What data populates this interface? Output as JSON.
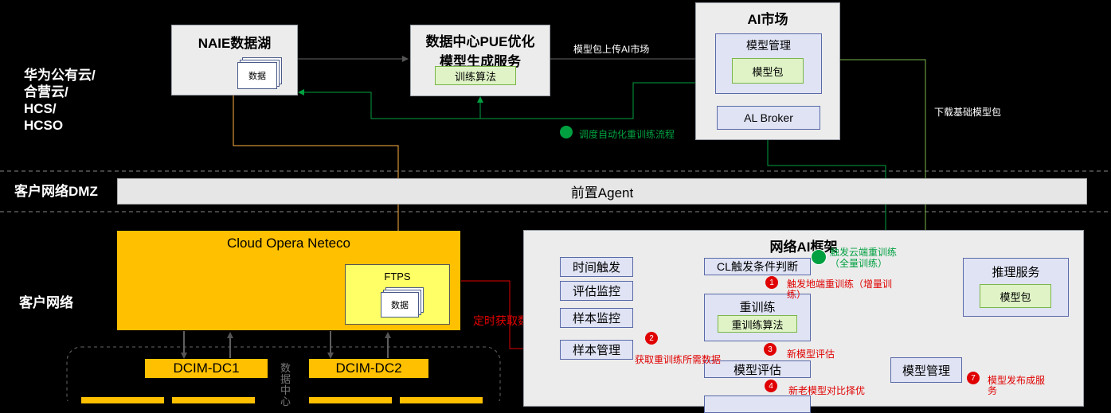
{
  "zones": {
    "cloud": [
      "华为公有云/",
      "合营云/",
      "HCS/",
      "HCSO"
    ],
    "dmz": "客户网络DMZ",
    "customer": "客户网络"
  },
  "naie": {
    "title": "NAIE数据湖",
    "doc": "数据"
  },
  "pue": {
    "title_line1": "数据中心PUE优化",
    "title_line2": "模型生成服务",
    "algo": "训练算法"
  },
  "ai_market": {
    "title": "AI市场",
    "model_mgmt": "模型管理",
    "model_pkg": "模型包",
    "broker": "AL Broker"
  },
  "labels": {
    "upload": "模型包上传AI市场",
    "download": "下载基础模型包",
    "schedule": "调度自动化重训练流程",
    "timed_fetch": "定时获取数据",
    "trigger_cloud_1": "触发云端重训练",
    "trigger_cloud_2": "（全量训练）",
    "trigger_edge_1": "触发地端重训练（增量训",
    "trigger_edge_2": "练）",
    "fetch_data": "获取重训练所需数据",
    "new_eval": "新模型评估",
    "compare": "新老模型对比择优",
    "publish_1": "模型发布成服",
    "publish_2": "务",
    "vertical_dc": "数据中心"
  },
  "agent": {
    "title": "前置Agent"
  },
  "neteco": {
    "title": "Cloud Opera Neteco",
    "ftps": "FTPS",
    "doc": "数据"
  },
  "dc": {
    "dc1": "DCIM-DC1",
    "dc2": "DCIM-DC2"
  },
  "framework": {
    "title": "网络AI框架",
    "time_trigger": "时间触发",
    "eval_monitor": "评估监控",
    "sample_monitor": "样本监控",
    "sample_mgmt": "样本管理",
    "cl_judge": "CL触发条件判断",
    "retrain": "重训练",
    "retrain_algo": "重训练算法",
    "model_eval": "模型评估",
    "model_mgmt": "模型管理",
    "inference": "推理服务",
    "inference_pkg": "模型包"
  },
  "steps": [
    "1",
    "2",
    "3",
    "4",
    "7"
  ]
}
